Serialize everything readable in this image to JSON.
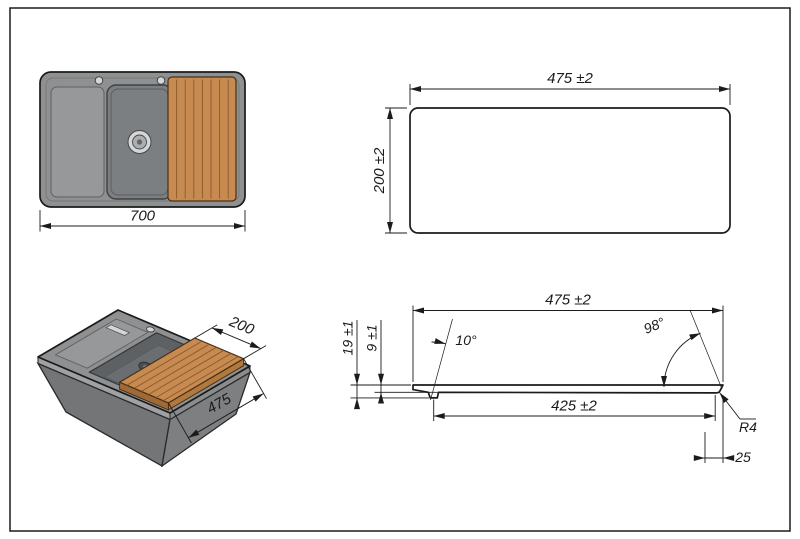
{
  "colors": {
    "line": "#1b1b1b",
    "sink_top": "#8e9091",
    "sink_rim_front": "#9fa1a2",
    "sink_rim_right": "#8a8c8d",
    "sink_front": "#737577",
    "sink_right": "#7d7f81",
    "panel": "#96989a",
    "bowl_top_view": "#7c7f81",
    "bowl": "#5e6163",
    "bowl_floor": "#6b6e70",
    "wood": "#c78a51",
    "wood_front": "#a06a38",
    "wood_right": "#b0793f",
    "wood_line": "#8a5a2b",
    "metal_light": "#d5d6d7",
    "drain_mid": "#abadae"
  },
  "views": {
    "top": {
      "dim_length": "700"
    },
    "plan": {
      "dim_width": "475 ±2",
      "dim_depth": "200 ±2"
    },
    "iso": {
      "dim_width": "200",
      "dim_depth": "475"
    },
    "profile": {
      "dim_width": "475 ±2",
      "dim_height_total": "19 ±1",
      "dim_thickness": "9 ±1",
      "angle_left": "10°",
      "angle_right": "98°",
      "dim_flat": "425 ±2",
      "dim_radius": "R4",
      "dim_end": "25"
    }
  }
}
